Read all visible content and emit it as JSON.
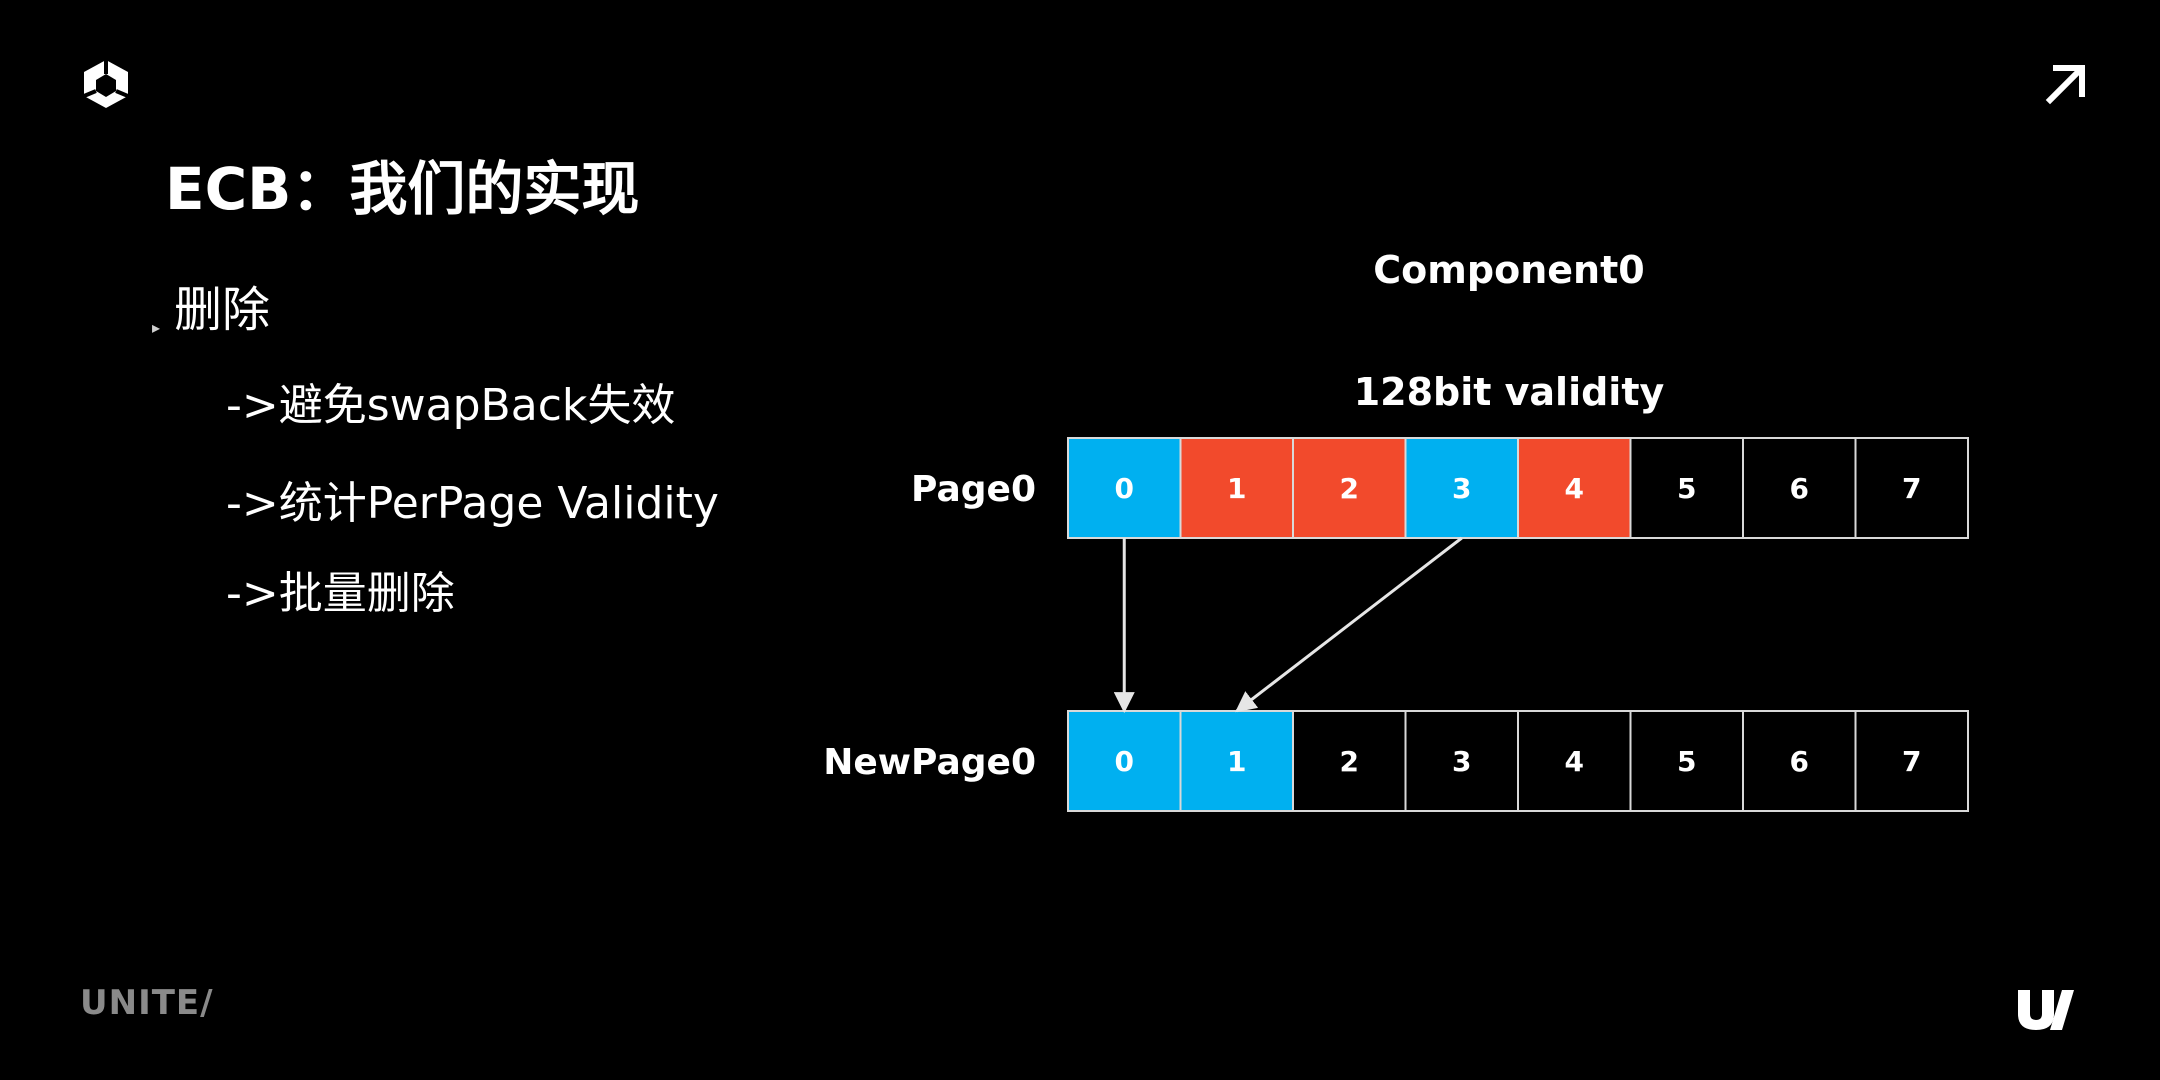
{
  "slide": {
    "title": "ECB：我们的实现",
    "bullet_marker": "▸",
    "bullet": "删除",
    "sub_items": [
      "->避免swapBack失效",
      "->统计PerPage Validity",
      "->批量删除"
    ],
    "footer_brand": "UNITE/"
  },
  "diagram": {
    "component_label": "Component0",
    "validity_label": "128bit validity",
    "rows": [
      {
        "label": "Page0",
        "cells": [
          {
            "text": "0",
            "state": "valid"
          },
          {
            "text": "1",
            "state": "deleted"
          },
          {
            "text": "2",
            "state": "deleted"
          },
          {
            "text": "3",
            "state": "valid"
          },
          {
            "text": "4",
            "state": "deleted"
          },
          {
            "text": "5",
            "state": "empty"
          },
          {
            "text": "6",
            "state": "empty"
          },
          {
            "text": "7",
            "state": "empty"
          }
        ]
      },
      {
        "label": "NewPage0",
        "cells": [
          {
            "text": "0",
            "state": "valid"
          },
          {
            "text": "1",
            "state": "valid"
          },
          {
            "text": "2",
            "state": "empty"
          },
          {
            "text": "3",
            "state": "empty"
          },
          {
            "text": "4",
            "state": "empty"
          },
          {
            "text": "5",
            "state": "empty"
          },
          {
            "text": "6",
            "state": "empty"
          },
          {
            "text": "7",
            "state": "empty"
          }
        ]
      }
    ],
    "arrows": [
      {
        "from_row": 0,
        "from_cell": 0,
        "to_row": 1,
        "to_cell": 0
      },
      {
        "from_row": 0,
        "from_cell": 3,
        "to_row": 1,
        "to_cell": 1
      }
    ],
    "colors": {
      "valid": "#00b0f0",
      "deleted": "#f24a2c",
      "empty": "#000000",
      "border": "#d9d9d9",
      "arrow": "#e6e6e6"
    }
  },
  "icons": {
    "logo": "unity-cube-icon",
    "corner": "arrow-up-right-icon",
    "brand": "unity-u-slash-icon"
  }
}
